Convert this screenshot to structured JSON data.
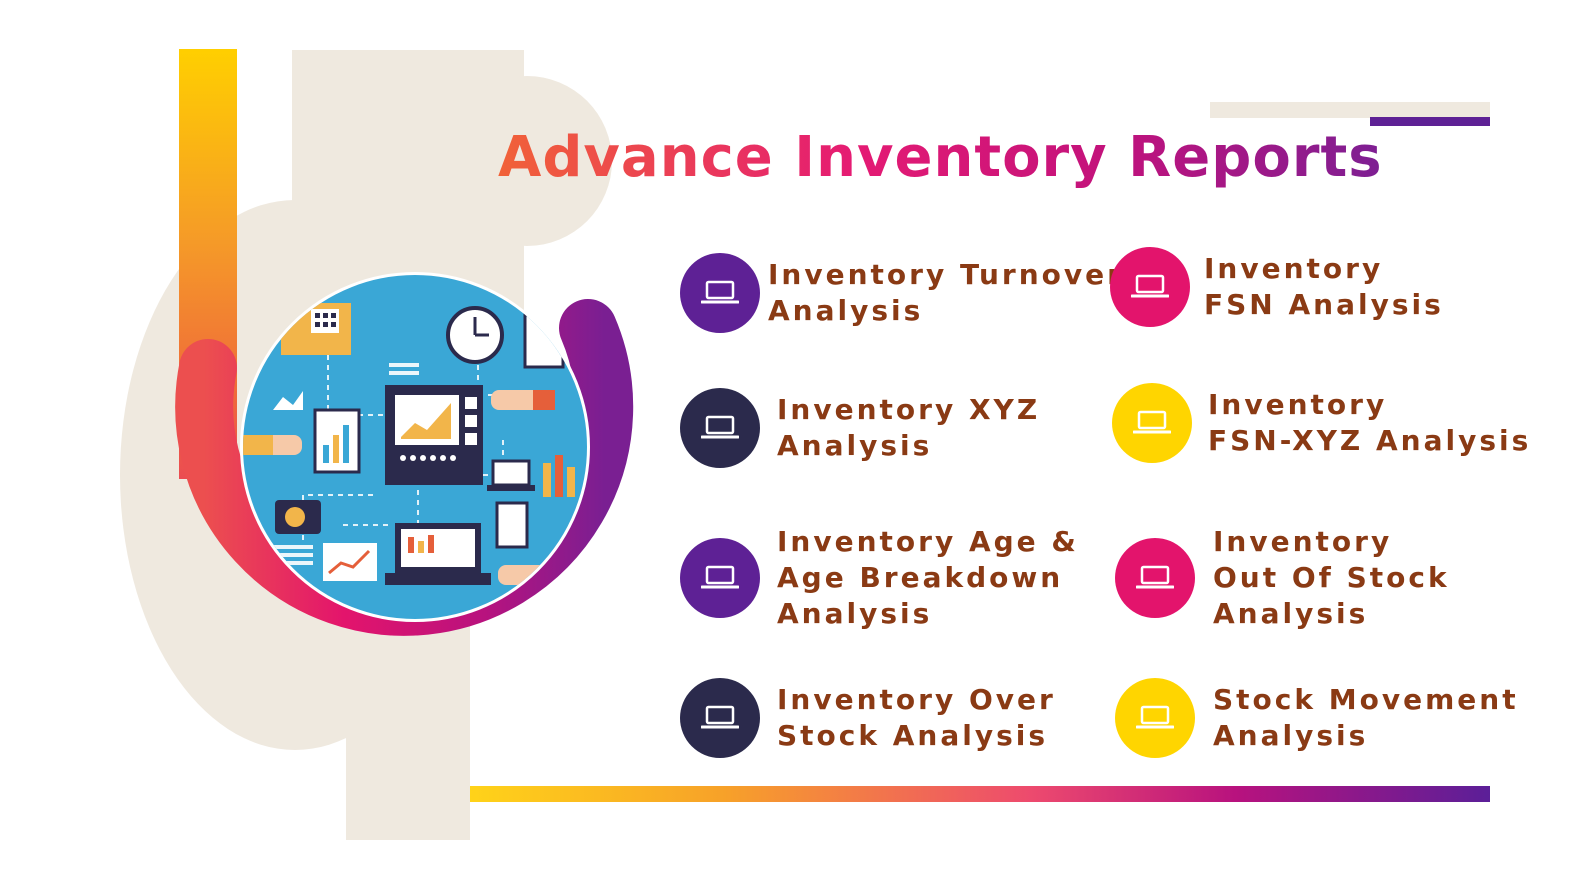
{
  "title": "Advance Inventory Reports",
  "colors": {
    "purple": "#5e2195",
    "navy": "#2b2a4c",
    "magenta": "#e3146c",
    "yellow": "#ffd500",
    "label_brown": "#8a3a14",
    "beige": "#efe9df",
    "illustration_blue": "#3aa7d6"
  },
  "reports": [
    {
      "lines": [
        "Inventory Turnover",
        "Analysis"
      ],
      "icon": "laptop-icon",
      "icon_color": "#5e2195"
    },
    {
      "lines": [
        "Inventory",
        "FSN Analysis"
      ],
      "icon": "laptop-icon",
      "icon_color": "#e3146c"
    },
    {
      "lines": [
        "Inventory XYZ",
        "Analysis"
      ],
      "icon": "laptop-icon",
      "icon_color": "#2b2a4c"
    },
    {
      "lines": [
        "Inventory",
        "FSN-XYZ Analysis"
      ],
      "icon": "laptop-icon",
      "icon_color": "#ffd500"
    },
    {
      "lines": [
        "Inventory Age &",
        "Age Breakdown",
        "Analysis"
      ],
      "icon": "laptop-icon",
      "icon_color": "#5e2195"
    },
    {
      "lines": [
        "Inventory",
        "Out Of Stock",
        "Analysis"
      ],
      "icon": "laptop-icon",
      "icon_color": "#e3146c"
    },
    {
      "lines": [
        "Inventory Over",
        "Stock Analysis"
      ],
      "icon": "laptop-icon",
      "icon_color": "#2b2a4c"
    },
    {
      "lines": [
        "Stock Movement",
        "Analysis"
      ],
      "icon": "laptop-icon",
      "icon_color": "#ffd500"
    }
  ]
}
